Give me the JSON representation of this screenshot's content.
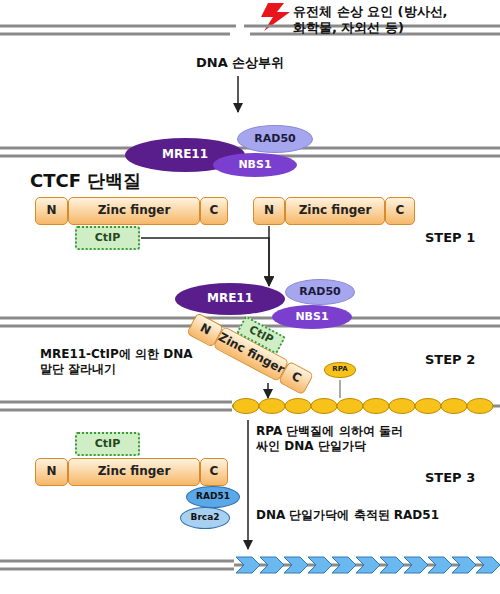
{
  "diagram": {
    "nodes": [
      {
        "text": [
          "MRE11"
        ]
      },
      {
        "text": [
          "RAD50"
        ]
      },
      {
        "text": [
          "NBS1"
        ]
      },
      {
        "text": [
          "N"
        ]
      },
      {
        "text": [
          "Zinc finger"
        ]
      },
      {
        "text": [
          "C"
        ]
      },
      {
        "text": [
          "CtIP"
        ]
      },
      {
        "text": [
          "N"
        ]
      },
      {
        "text": [
          "Zinc finger"
        ]
      },
      {
        "text": [
          "C"
        ]
      },
      {
        "text": [
          "MRE11"
        ]
      },
      {
        "text": [
          "RAD50"
        ]
      },
      {
        "text": [
          "NBS1"
        ]
      },
      {
        "text": [
          "N"
        ]
      },
      {
        "text": [
          "Zinc finger"
        ]
      },
      {
        "text": [
          "CtIP"
        ]
      },
      {
        "text": [
          "C"
        ]
      },
      {
        "text": [
          "RPA"
        ]
      },
      {
        "text": [
          "CtIP"
        ]
      },
      {
        "text": [
          "N"
        ]
      },
      {
        "text": [
          "Zinc finger"
        ]
      },
      {
        "text": [
          "C"
        ]
      },
      {
        "text": [
          "RAD51"
        ]
      },
      {
        "text": [
          "Brca2"
        ]
      }
    ],
    "edges": [
      {
        "from": 7,
        "to": 10,
        "arrow": "to"
      },
      {
        "from": 6,
        "to": 10,
        "arrow": "to"
      }
    ],
    "labels": [
      "유전체 손상 요인 (방사선, 화학물, 자외선 등)",
      "DNA 손상부위",
      "CTCF 단백질",
      "STEP 1",
      "MRE11-CtIP에 의한 DNA 말단 잘라내기",
      "STEP 2",
      "RPA 단백질에 의하여 둘러 싸인 DNA 단일가닥",
      "STEP 3",
      "DNA 단일가닥에 축적된 RAD51"
    ]
  }
}
